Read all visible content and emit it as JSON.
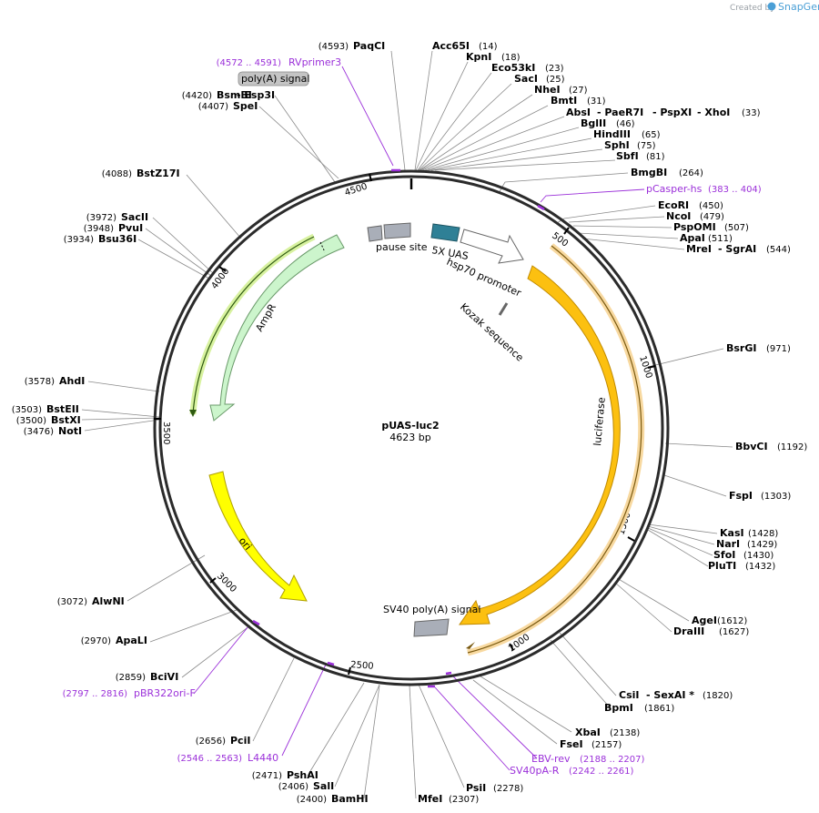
{
  "watermark": {
    "created_by": "Created by",
    "brand": "SnapGene"
  },
  "plasmid": {
    "name": "pUAS-luc2",
    "size": "4623 bp"
  },
  "ticks": [
    "500",
    "1000",
    "1500",
    "2000",
    "2500",
    "3000",
    "3500",
    "4000",
    "4500"
  ],
  "features": {
    "luciferase": "luciferase",
    "ampr": "AmpR",
    "ori": "ori",
    "pause_site": "pause site",
    "uas": "5X UAS",
    "hsp70": "hsp70 promoter",
    "kozak": "Kozak sequence",
    "sv40": "SV40 poly(A) signal",
    "polya": "poly(A) signal"
  },
  "sites": [
    {
      "name": "PaqCI",
      "pos": "(4593)"
    },
    {
      "name": "Acc65I",
      "pos": "(14)"
    },
    {
      "name": "KpnI",
      "pos": "(18)"
    },
    {
      "name": "Eco53kI",
      "pos": "(23)"
    },
    {
      "name": "SacI",
      "pos": "(25)"
    },
    {
      "name": "NheI",
      "pos": "(27)"
    },
    {
      "name": "BmtI",
      "pos": "(31)"
    },
    {
      "name": "AbsI",
      "extra1": "- PaeR7I",
      "extra2": "- PspXI",
      "extra3": "- XhoI",
      "pos": "(33)"
    },
    {
      "name": "BglII",
      "pos": "(46)"
    },
    {
      "name": "HindIII",
      "pos": "(65)"
    },
    {
      "name": "SphI",
      "pos": "(75)"
    },
    {
      "name": "SbfI",
      "pos": "(81)"
    },
    {
      "name": "BmgBI",
      "pos": "(264)"
    },
    {
      "name": "EcoRI",
      "pos": "(450)"
    },
    {
      "name": "NcoI",
      "pos": "(479)"
    },
    {
      "name": "PspOMI",
      "pos": "(507)"
    },
    {
      "name": "ApaI",
      "pos": "(511)"
    },
    {
      "name": "MreI",
      "extra1": "- SgrAI",
      "pos": "(544)"
    },
    {
      "name": "BsrGI",
      "pos": "(971)"
    },
    {
      "name": "BbvCI",
      "pos": "(1192)"
    },
    {
      "name": "FspI",
      "pos": "(1303)"
    },
    {
      "name": "KasI",
      "pos": "(1428)"
    },
    {
      "name": "NarI",
      "pos": "(1429)"
    },
    {
      "name": "SfoI",
      "pos": "(1430)"
    },
    {
      "name": "PluTI",
      "pos": "(1432)"
    },
    {
      "name": "AgeI",
      "pos": "(1612)"
    },
    {
      "name": "DraIII",
      "pos": "(1627)"
    },
    {
      "name": "CsiI",
      "extra1": "- SexAI *",
      "pos": "(1820)"
    },
    {
      "name": "BpmI",
      "pos": "(1861)"
    },
    {
      "name": "XbaI",
      "pos": "(2138)"
    },
    {
      "name": "FseI",
      "pos": "(2157)"
    },
    {
      "name": "PsiI",
      "pos": "(2278)"
    },
    {
      "name": "MfeI",
      "pos": "(2307)"
    },
    {
      "name": "BamHI",
      "pos": "(2400)"
    },
    {
      "name": "SalI",
      "pos": "(2406)"
    },
    {
      "name": "PshAI",
      "pos": "(2471)"
    },
    {
      "name": "PciI",
      "pos": "(2656)"
    },
    {
      "name": "BciVI",
      "pos": "(2859)"
    },
    {
      "name": "ApaLI",
      "pos": "(2970)"
    },
    {
      "name": "AlwNI",
      "pos": "(3072)"
    },
    {
      "name": "NotI",
      "pos": "(3476)"
    },
    {
      "name": "BstXI",
      "pos": "(3500)"
    },
    {
      "name": "BstEII",
      "pos": "(3503)"
    },
    {
      "name": "AhdI",
      "pos": "(3578)"
    },
    {
      "name": "Bsu36I",
      "pos": "(3934)"
    },
    {
      "name": "PvuI",
      "pos": "(3948)"
    },
    {
      "name": "SacII",
      "pos": "(3972)"
    },
    {
      "name": "BstZ17I",
      "pos": "(4088)"
    },
    {
      "name": "SpeI",
      "pos": "(4407)"
    },
    {
      "name": "BsmBI",
      "extra1": "- Esp3I",
      "pos": "(4420)"
    }
  ],
  "primers": [
    {
      "name": "RVprimer3",
      "range": "(4572 .. 4591)"
    },
    {
      "name": "pCasper-hs",
      "range": "(383 .. 404)"
    },
    {
      "name": "EBV-rev",
      "range": "(2188 .. 2207)"
    },
    {
      "name": "SV40pA-R",
      "range": "(2242 .. 2261)"
    },
    {
      "name": "L4440",
      "range": "(2546 .. 2563)"
    },
    {
      "name": "pBR322ori-F",
      "range": "(2797 .. 2816)"
    }
  ]
}
